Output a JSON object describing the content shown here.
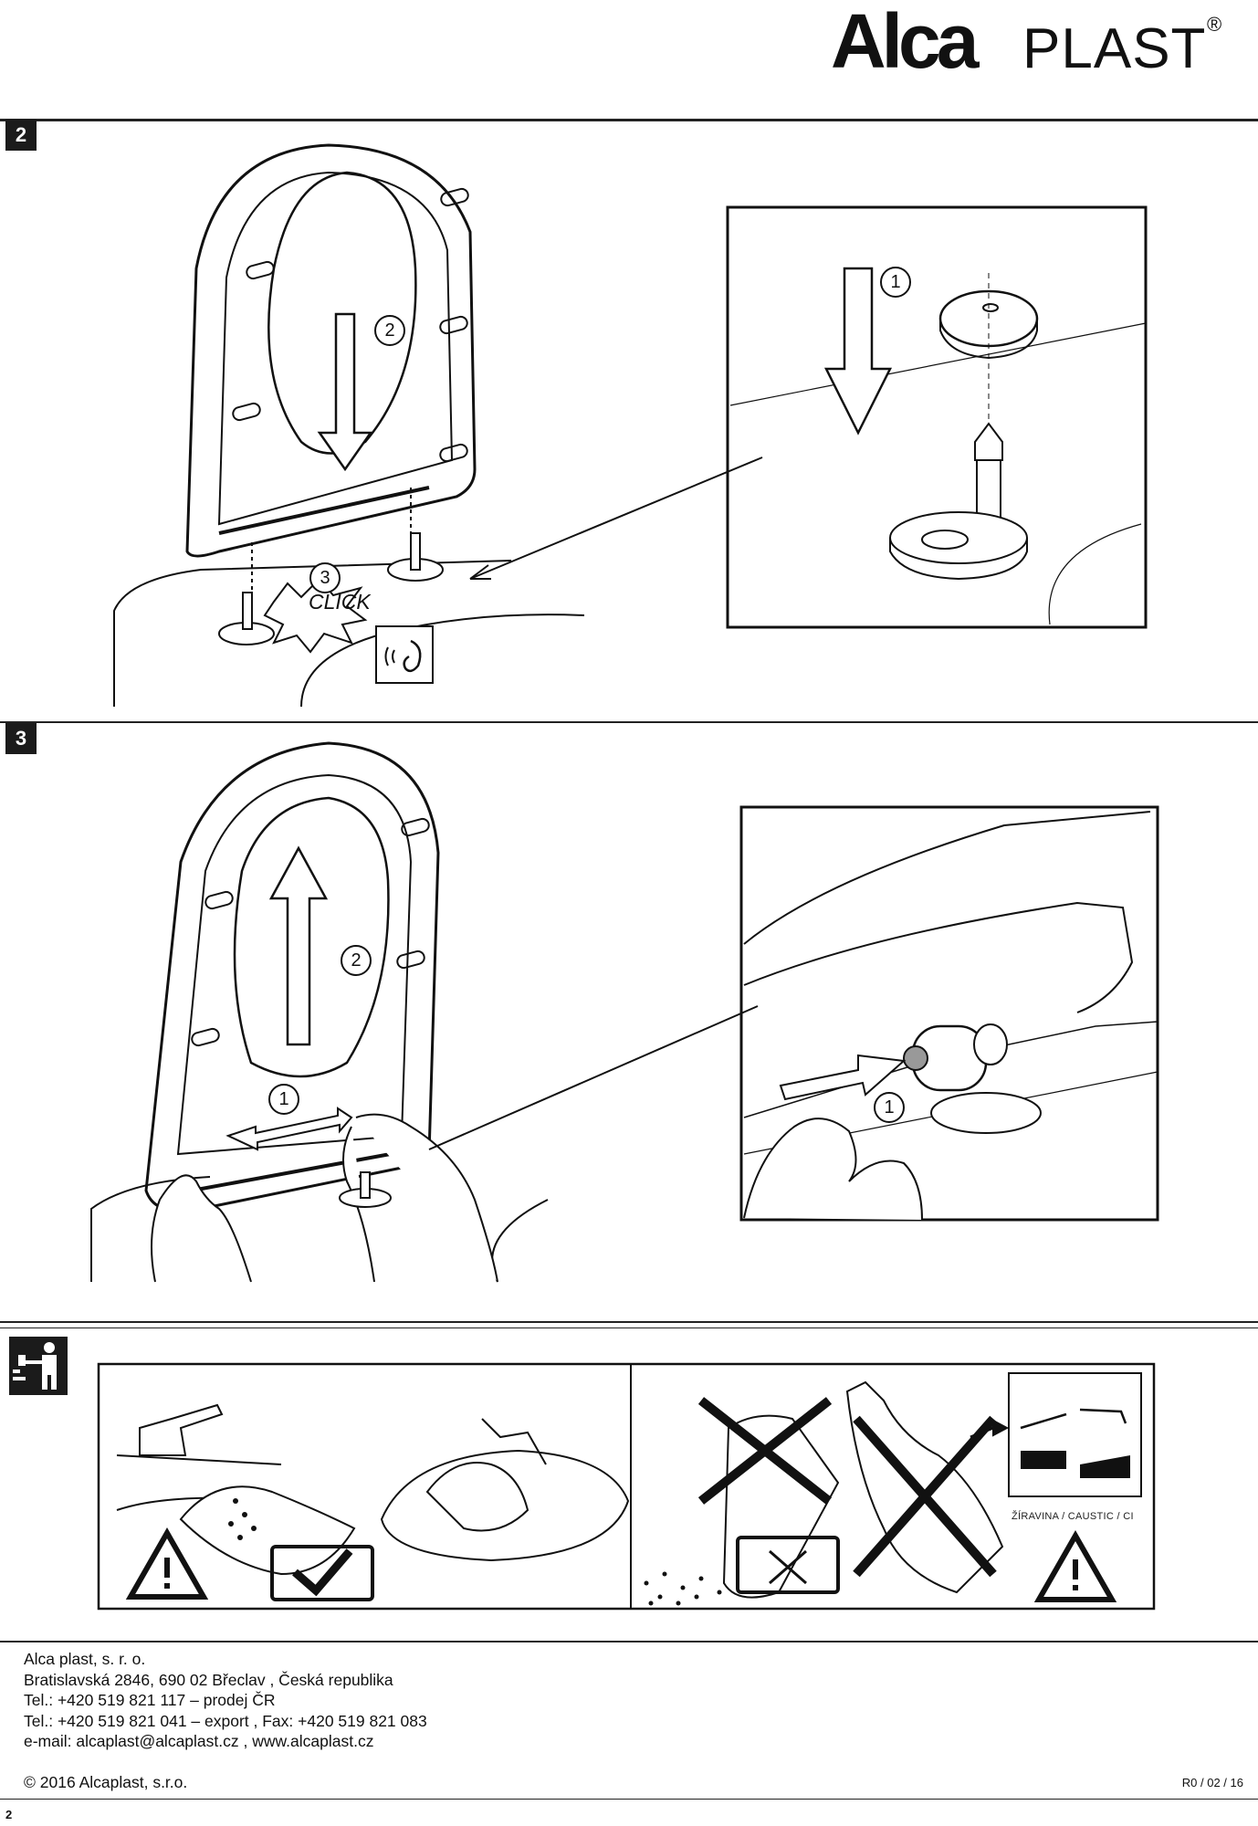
{
  "brand": {
    "logo_bold": "Alca",
    "logo_light": "PLAST",
    "registered": "®"
  },
  "steps": {
    "two": {
      "number": "2",
      "callout_1": "1",
      "callout_2": "2",
      "callout_3": "3",
      "click_text": "CLICK"
    },
    "three": {
      "number": "3",
      "callout_1": "1",
      "callout_2": "2",
      "detail_callout_1": "1"
    }
  },
  "care": {
    "caustic_label": "ŽÍRAVINA  /  CAUSTIC  /  CI"
  },
  "footer": {
    "company": "Alca plast, s. r. o.",
    "address": "Bratislavská 2846, 690 02 Břeclav , Česká republika",
    "tel_cz": "Tel.: +420 519 821 117 – prodej ČR",
    "tel_export": "Tel.: +420 519 821 041 – export , Fax: +420 519 821 083",
    "email_web": "e-mail: alcaplast@alcaplast.cz , www.alcaplast.cz",
    "copyright": "© 2016 Alcaplast, s.r.o.",
    "revision": "R0 / 02 / 16",
    "page_number": "2"
  }
}
